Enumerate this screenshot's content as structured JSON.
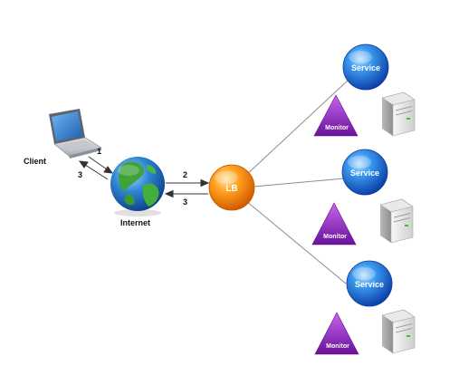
{
  "diagram": {
    "client_label": "Client",
    "internet_label": "Internet",
    "lb_label": "LB",
    "service_label": "Service",
    "monitor_label": "Monitor",
    "steps": {
      "client_to_internet": "1",
      "internet_to_client": "3",
      "internet_to_lb": "2",
      "lb_to_internet": "3"
    }
  },
  "colors": {
    "service_blue": "#1f6fe0",
    "lb_orange": "#f28a12",
    "monitor_purple": "#8a22b8",
    "connector_gray": "#8c8c8c"
  }
}
